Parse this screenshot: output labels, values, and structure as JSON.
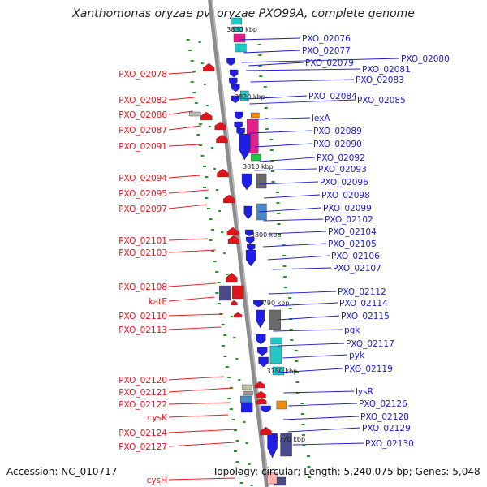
{
  "title": "Xanthomonas oryzae pv. oryzae PXO99A, complete genome",
  "footer": {
    "accession": "Accession: NC_010717",
    "topology": "Topology: circular; Length: 5,240,075 bp; Genes: 5,048"
  },
  "scale_labels": [
    "3830 kbp",
    "3820 kbp",
    "3810 kbp",
    "3800 kbp",
    "3790 kbp",
    "3780 kbp",
    "3770 kbp"
  ],
  "left_genes": [
    "PXO_02078",
    "PXO_02082",
    "PXO_02086",
    "PXO_02087",
    "PXO_02091",
    "PXO_02094",
    "PXO_02095",
    "PXO_02097",
    "PXO_02101",
    "PXO_02103",
    "PXO_02108",
    "katE",
    "PXO_02110",
    "PXO_02113",
    "PXO_02120",
    "PXO_02121",
    "PXO_02122",
    "cysK",
    "PXO_02124",
    "PXO_02127",
    "cysH"
  ],
  "right_genes": [
    "PXO_02076",
    "PXO_02077",
    "PXO_02079",
    "PXO_02080",
    "PXO_02081",
    "PXO_02083",
    "PXO_02084",
    "PXO_02085",
    "lexA",
    "PXO_02089",
    "PXO_02090",
    "PXO_02092",
    "PXO_02093",
    "PXO_02096",
    "PXO_02098",
    "PXO_02099",
    "PXO_02102",
    "PXO_02104",
    "PXO_02105",
    "PXO_02106",
    "PXO_02107",
    "PXO_02112",
    "PXO_02114",
    "PXO_02115",
    "pgk",
    "PXO_02117",
    "pyk",
    "PXO_02119",
    "lysR",
    "PXO_02126",
    "PXO_02128",
    "PXO_02129",
    "PXO_02130"
  ],
  "colors": {
    "left_label": "#e8141e",
    "right_label": "#1a1ad0",
    "backbone": "#8c8c8c",
    "gc_marks": "#1f9a1f",
    "feature_red": "#e0141c",
    "feature_blue": "#1e1ee6",
    "feature_teal": "#20c8c8",
    "feature_magenta": "#e8208c",
    "feature_gray": "#6a6a6a",
    "feature_slate": "#4a4a8a",
    "feature_orange": "#f08c10",
    "feature_green": "#20c040"
  }
}
